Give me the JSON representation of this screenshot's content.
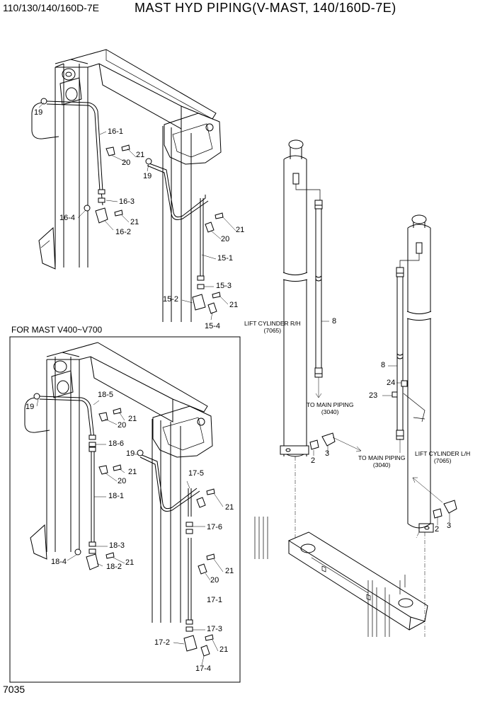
{
  "header": {
    "model": "110/130/140/160D-7E",
    "title": "MAST HYD PIPING(V-MAST, 140/160D-7E)"
  },
  "footer": {
    "page_code": "7035"
  },
  "inset": {
    "label": "FOR MAST V400~V700"
  },
  "notes": {
    "lift_cyl_rh_1": "LIFT CYLINDER R/H",
    "lift_cyl_rh_2": "(7065)",
    "lift_cyl_lh_1": "LIFT CYLINDER L/H",
    "lift_cyl_lh_2": "(7065)",
    "main_pipe_a_1": "TO MAIN PIPING",
    "main_pipe_a_2": "(3040)",
    "main_pipe_b_1": "TO MAIN PIPING",
    "main_pipe_b_2": "(3040)"
  },
  "callouts": {
    "top": [
      "19",
      "16-1",
      "21",
      "20",
      "19",
      "16-3",
      "16-4",
      "21",
      "16-2",
      "21",
      "20",
      "15-1",
      "15-3",
      "15-2",
      "21",
      "15-4"
    ],
    "inset": [
      "19",
      "18-5",
      "21",
      "20",
      "18-6",
      "19",
      "21",
      "20",
      "17-5",
      "18-1",
      "21",
      "17-6",
      "18-3",
      "18-4",
      "21",
      "18-2",
      "21",
      "20",
      "17-1",
      "17-3",
      "17-2",
      "21",
      "17-4"
    ],
    "right": [
      "8",
      "8",
      "24",
      "23",
      "2",
      "3",
      "2",
      "3"
    ]
  }
}
